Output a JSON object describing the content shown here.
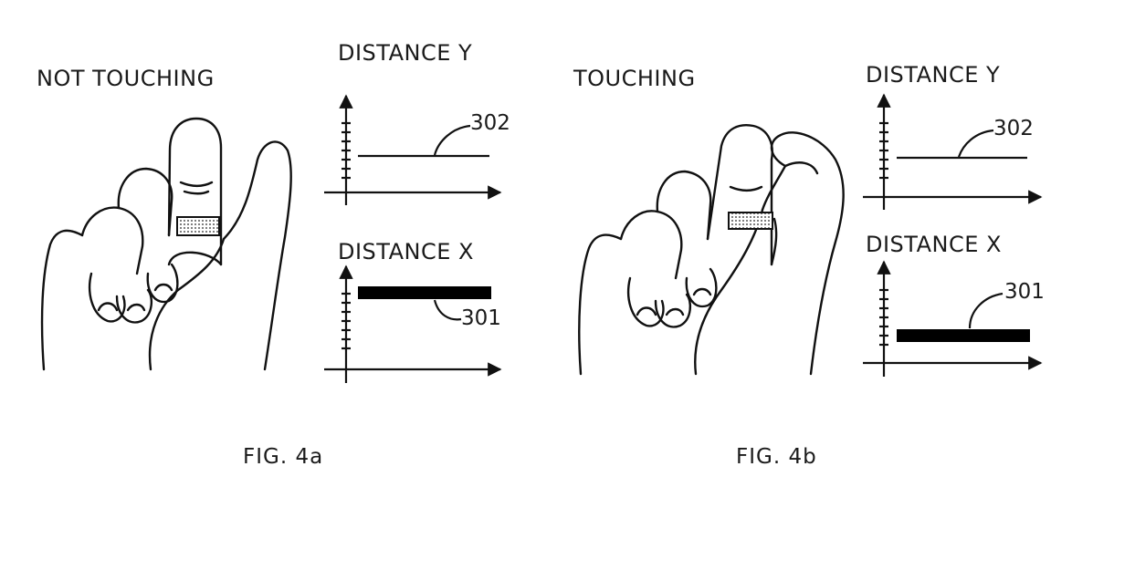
{
  "panels": [
    {
      "state_label": "NOT TOUCHING",
      "caption": "FIG. 4a",
      "graph_y": {
        "title": "DISTANCE Y",
        "ref": "302"
      },
      "graph_x": {
        "title": "DISTANCE X",
        "ref": "301"
      }
    },
    {
      "state_label": "TOUCHING",
      "caption": "FIG. 4b",
      "graph_y": {
        "title": "DISTANCE Y",
        "ref": "302"
      },
      "graph_x": {
        "title": "DISTANCE X",
        "ref": "301"
      }
    }
  ]
}
